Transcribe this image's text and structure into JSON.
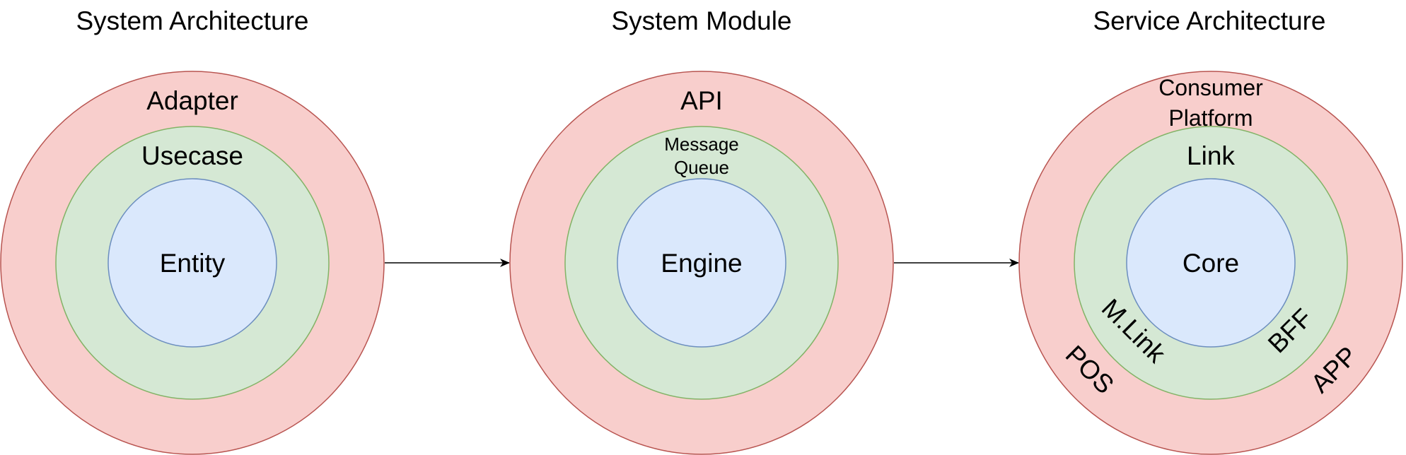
{
  "diagrams": [
    {
      "title": "System Architecture",
      "outer_label": "Adapter",
      "middle_label": "Usecase",
      "inner_label": "Entity"
    },
    {
      "title": "System Module",
      "outer_label": "API",
      "middle_label_lines": [
        "Message",
        "Queue"
      ],
      "inner_label": "Engine"
    },
    {
      "title": "Service Architecture",
      "outer_label_lines": [
        "Consumer",
        "Platform"
      ],
      "middle_label": "Link",
      "inner_label": "Core",
      "outer_left_label": "POS",
      "outer_right_label": "APP",
      "middle_left_label": "M.Link",
      "middle_right_label": "BFF"
    }
  ],
  "colors": {
    "outer_fill": "#f8cecc",
    "outer_stroke": "#b85450",
    "middle_fill": "#d5e8d4",
    "middle_stroke": "#82b366",
    "inner_fill": "#dae8fc",
    "inner_stroke": "#6c8ebf",
    "arrow": "#000000"
  }
}
